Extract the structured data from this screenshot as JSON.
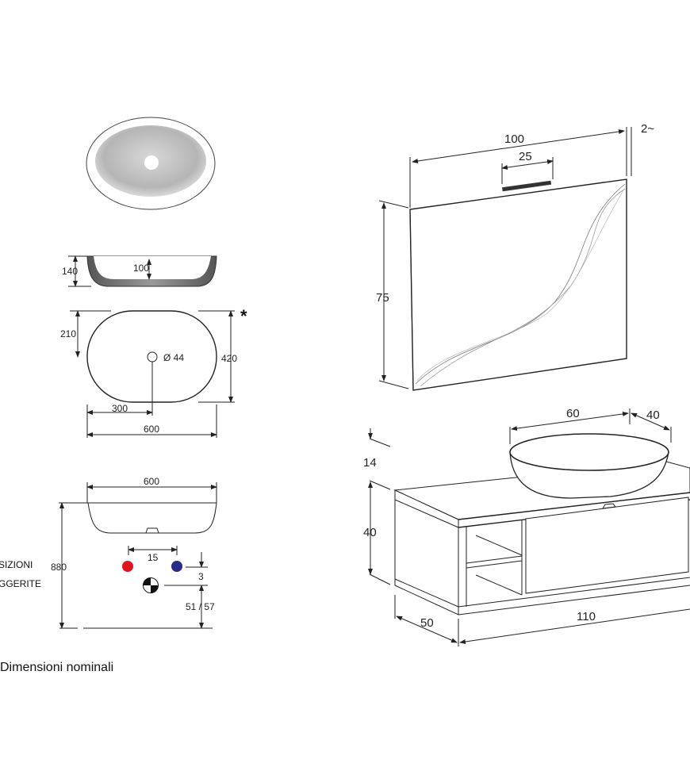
{
  "basin_drawings": {
    "section_height": "140",
    "section_depth": "100",
    "plan_half_depth": "210",
    "drain_diameter": "Ø 44",
    "plan_depth": "420",
    "asterisk": "*",
    "plan_half_width": "300",
    "plan_width": "600",
    "front_width": "600",
    "install_height": "880",
    "tap_spacing": "15",
    "tap_offset": "3",
    "drain_height": "51 / 57",
    "note_line1": "SIZIONI",
    "note_line2": "GGERITE"
  },
  "mirror": {
    "width": "100",
    "lamp_width": "25",
    "depth": "2~",
    "height": "75"
  },
  "cabinet": {
    "basin_width": "60",
    "basin_depth": "40",
    "basin_height": "14",
    "cabinet_height": "40",
    "cabinet_depth": "50",
    "cabinet_width": "110"
  },
  "caption": "Dimensioni nominali",
  "colors": {
    "hot": "#e0141b",
    "cold": "#2a2a8a"
  }
}
